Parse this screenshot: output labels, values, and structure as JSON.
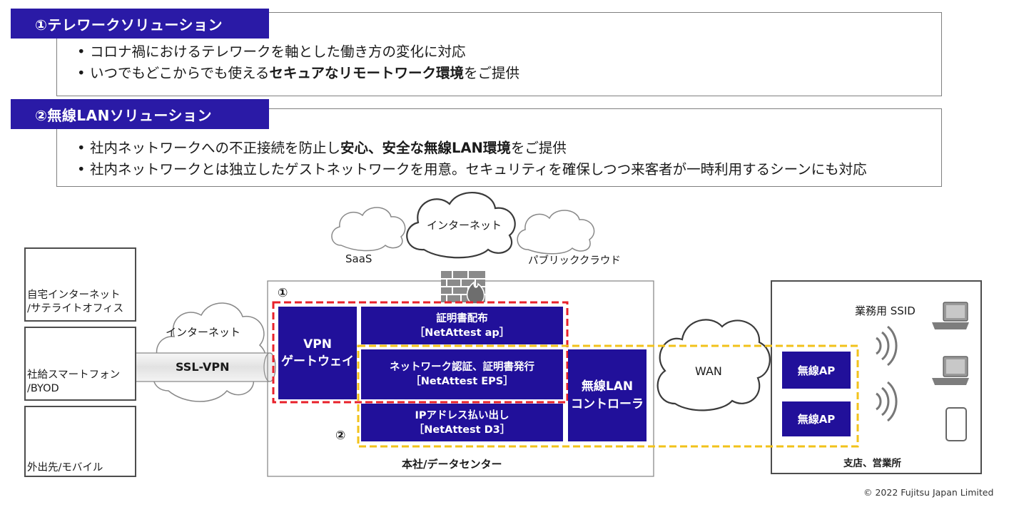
{
  "section1": {
    "title": "①テレワークソリューション",
    "bullets": [
      {
        "text": "コロナ禍におけるテレワークを軸とした働き方の変化に対応"
      },
      {
        "pre": "いつでもどこからでも使える",
        "bold": "セキュアなリモートワーク環境",
        "post": "をご提供"
      }
    ]
  },
  "section2": {
    "title": "②無線LANソリューション",
    "bullets": [
      {
        "pre": "社内ネットワークへの不正接続を防止し",
        "bold": "安心、安全な無線LAN環境",
        "post": "をご提供"
      },
      {
        "text": "社内ネットワークとは独立したゲストネットワークを用意。セキュリティを確保しつつ来客者が一時利用するシーンにも対応"
      }
    ]
  },
  "diagram": {
    "clouds": {
      "saas": "SaaS",
      "internet_top": "インターネット",
      "public_cloud": "パブリッククラウド",
      "internet_left": "インターネット",
      "wan": "WAN"
    },
    "remote": {
      "home": [
        "自宅インターネット",
        "/サテライトオフィス"
      ],
      "smartphone": [
        "社給スマートフォン",
        "/BYOD"
      ],
      "mobile": "外出先/モバイル"
    },
    "tunnel_label": "SSL-VPN",
    "hq": {
      "label": "本社/データセンター",
      "marker1": "①",
      "marker2": "②",
      "vpn": [
        "VPN",
        "ゲートウェイ"
      ],
      "cert": [
        "証明書配布",
        "［NetAttest ap］"
      ],
      "auth": [
        "ネットワーク認証、証明書発行",
        "［NetAttest EPS］"
      ],
      "ip": [
        "IPアドレス払い出し",
        "［NetAttest D3］"
      ],
      "wlc": [
        "無線LAN",
        "コントローラ"
      ]
    },
    "branch": {
      "label": "支店、営業所",
      "ssid": "業務用 SSID",
      "ap1": "無線AP",
      "ap2": "無線AP"
    },
    "colors": {
      "navy": "#21109a",
      "red_dash": "#e8202a",
      "yellow_dash": "#f2c21a"
    }
  },
  "copyright": "© 2022 Fujitsu Japan Limited"
}
